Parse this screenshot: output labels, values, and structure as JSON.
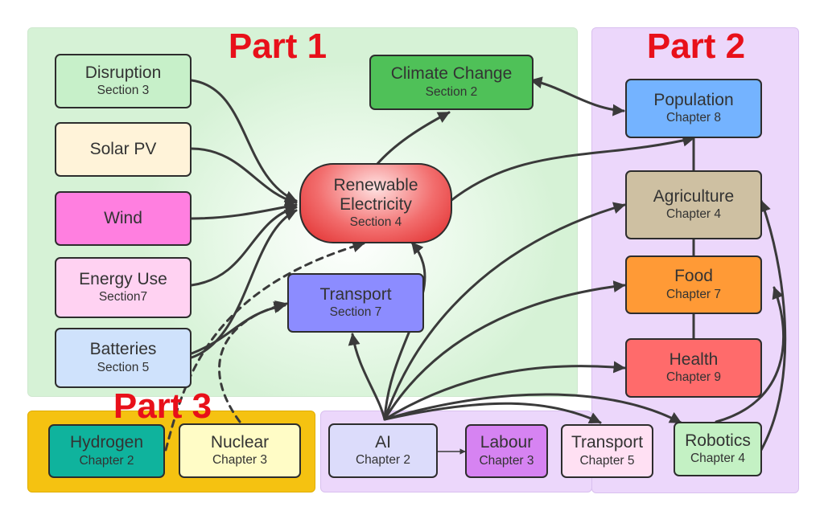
{
  "parts": {
    "part1": "Part 1",
    "part2": "Part 2",
    "part3": "Part 3"
  },
  "colors": {
    "arrow": "#3a3a3a",
    "part_title": "#e8101a",
    "part1_bg": "#d6f2d6",
    "part2_bg": "#ecd7fb",
    "part3_bg": "#f5c211"
  },
  "nodes": {
    "disruption": {
      "title": "Disruption",
      "sub": "Section 3",
      "color": "#c7f0c9"
    },
    "solar_pv": {
      "title": "Solar PV",
      "sub": "",
      "color": "#fff3d9"
    },
    "wind": {
      "title": "Wind",
      "sub": "",
      "color": "#ff7fe0"
    },
    "energy_use": {
      "title": "Energy Use",
      "sub": "Section7",
      "color": "#ffd2f2"
    },
    "batteries": {
      "title": "Batteries",
      "sub": "Section 5",
      "color": "#cfe2fc"
    },
    "climate_change": {
      "title": "Climate Change",
      "sub": "Section 2",
      "color": "#4fc158"
    },
    "renewable": {
      "title": "Renewable Electricity",
      "sub": "Section 4",
      "color": "#e84040"
    },
    "transport_s7": {
      "title": "Transport",
      "sub": "Section 7",
      "color": "#8c8cff"
    },
    "population": {
      "title": "Population",
      "sub": "Chapter 8",
      "color": "#74b3ff"
    },
    "agriculture": {
      "title": "Agriculture",
      "sub": "Chapter 4",
      "color": "#cec0a2"
    },
    "food": {
      "title": "Food",
      "sub": "Chapter 7",
      "color": "#ff9a36"
    },
    "health": {
      "title": "Health",
      "sub": "Chapter 9",
      "color": "#ff6b6b"
    },
    "hydrogen": {
      "title": "Hydrogen",
      "sub": "Chapter 2",
      "color": "#0fb39d"
    },
    "nuclear": {
      "title": "Nuclear",
      "sub": "Chapter 3",
      "color": "#fffcc6"
    },
    "ai": {
      "title": "AI",
      "sub": "Chapter 2",
      "color": "#dcdcfb"
    },
    "labour": {
      "title": "Labour",
      "sub": "Chapter 3",
      "color": "#d683f2"
    },
    "transport_c5": {
      "title": "Transport",
      "sub": "Chapter 5",
      "color": "#ffe0f3"
    },
    "robotics": {
      "title": "Robotics",
      "sub": "Chapter 4",
      "color": "#c4f1c4"
    }
  }
}
